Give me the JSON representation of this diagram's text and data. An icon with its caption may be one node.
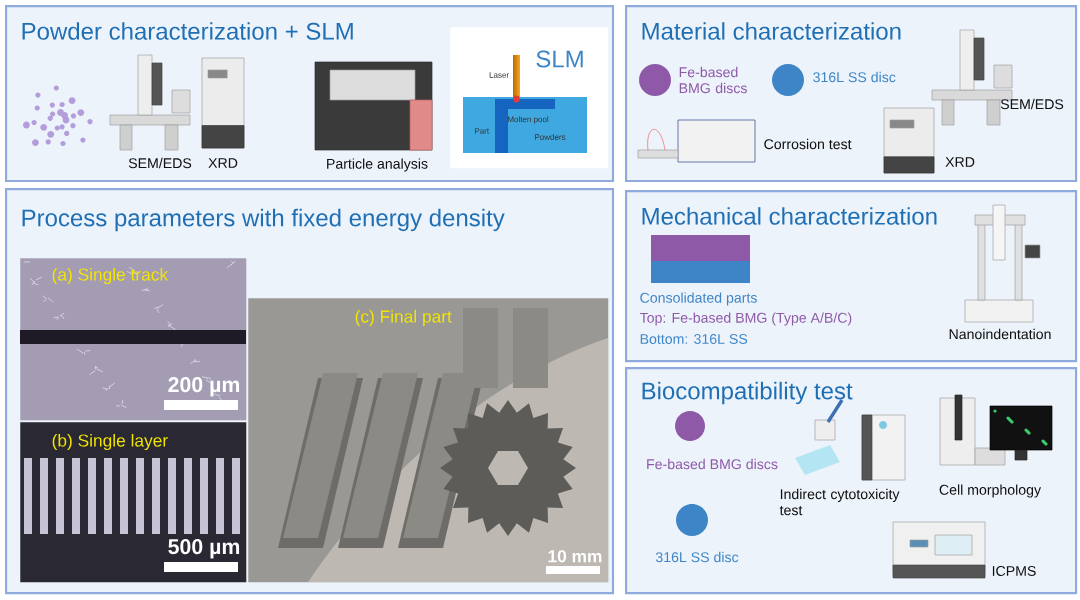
{
  "diagram": {
    "nodes": [
      {
        "text": [
          "Powder characterization + SLM"
        ]
      },
      {
        "text": [
          "SLM",
          "Laser",
          "Molten pool",
          "Part",
          "Powders"
        ],
        "in": 0
      },
      {
        "text": [
          "Process parameters with fixed energy density"
        ]
      },
      {
        "text": [
          "(a) Single track",
          "200 µm"
        ],
        "in": 2
      },
      {
        "text": [
          "(b) Single layer",
          "500 µm"
        ],
        "in": 2
      },
      {
        "text": [
          "(c) Final part",
          "10 mm"
        ],
        "in": 2
      },
      {
        "text": [
          "Material characterization"
        ]
      },
      {
        "text": [
          "Mechanical characterization"
        ]
      },
      {
        "text": [
          "Biocompatibility test"
        ]
      }
    ],
    "labels": [
      "SEM/EDS",
      "XRD",
      "Particle analysis",
      "Fe-based BMG discs",
      "316L SS disc",
      "SEM/EDS",
      "Corrosion test",
      "XRD",
      "Consolidated parts",
      "Top: Fe-based BMG (Type A/B/C)",
      "Bottom: 316L SS",
      "Nanoindentation",
      "Fe-based BMG discs",
      "Indirect cytotoxicity test",
      "Cell morphology",
      "316L SS disc",
      "ICPMS"
    ]
  }
}
